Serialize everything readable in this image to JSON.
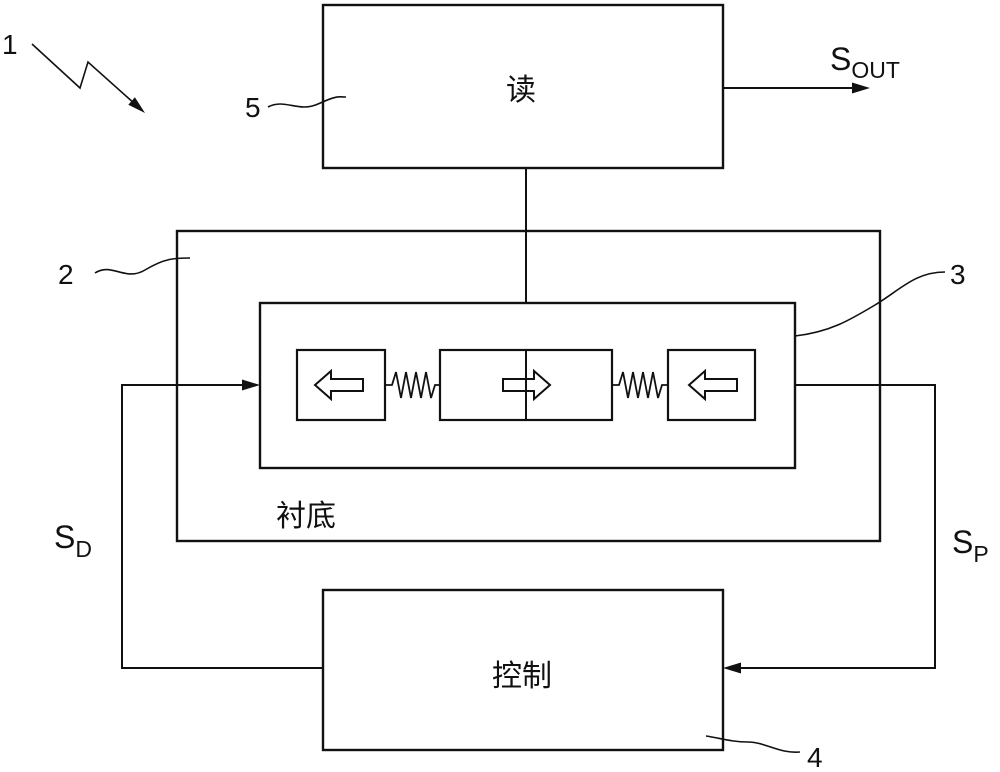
{
  "reference_numerals": {
    "n1": "1",
    "n2": "2",
    "n3": "3",
    "n4": "4",
    "n5": "5"
  },
  "blocks": {
    "read": {
      "label": "读"
    },
    "substrate": {
      "label": "衬底"
    },
    "control": {
      "label": "控制"
    }
  },
  "signals": {
    "s_out": {
      "symbol": "S",
      "subscript": "OUT"
    },
    "s_d": {
      "symbol": "S",
      "subscript": "D"
    },
    "s_p": {
      "symbol": "S",
      "subscript": "P"
    }
  },
  "icons": {
    "left_mass": "arrow-left-icon",
    "center_mass": "arrow-right-icon",
    "right_mass": "arrow-left-icon",
    "coupling": "spring-icon"
  }
}
